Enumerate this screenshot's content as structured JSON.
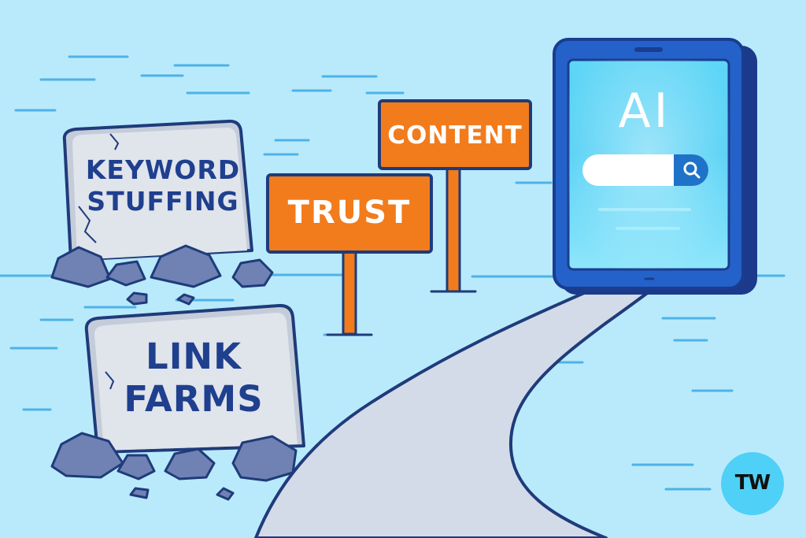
{
  "tombstones": [
    {
      "lines": [
        "KEYWORD",
        "STUFFING"
      ]
    },
    {
      "lines": [
        "LINK",
        "FARMS"
      ]
    }
  ],
  "signs": [
    {
      "label": "CONTENT"
    },
    {
      "label": "TRUST"
    }
  ],
  "device": {
    "label": "AI",
    "icon": "search-icon"
  },
  "logo": {
    "text": "TW"
  },
  "colors": {
    "sky": "#b9eafc",
    "stone": "#dfe3ea",
    "stone_text": "#1f3f8f",
    "sign_orange": "#f27b1c",
    "outline": "#1f3b7a",
    "device_blue": "#2462c9",
    "screen": "#62d9f7",
    "path": "#cfd8e6",
    "logo_bg": "#4fd0f7"
  }
}
